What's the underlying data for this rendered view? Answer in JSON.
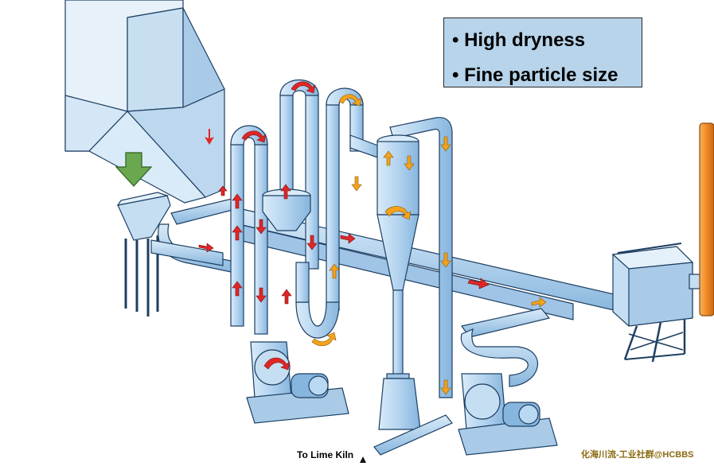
{
  "info_box": {
    "line1": "• High dryness",
    "line2": "• Fine particle size"
  },
  "outlet_label": "To Lime Kiln",
  "watermark": "化海川流-工业社群@HCBBS",
  "colors": {
    "duct_fill": "#b9d8f2",
    "duct_stroke": "#1d3f62",
    "hot_arrow": "#e02626",
    "cool_arrow": "#f4a21c",
    "feed_arrow": "#6aa84f",
    "stack": "#f08a24",
    "info_box_bg": "#b7d4ea"
  },
  "icons": [
    "feed-arrow-icon",
    "red-flow-arrow-icon",
    "orange-flow-arrow-icon",
    "swirl-arrow-icon",
    "fan-motor-icon"
  ]
}
